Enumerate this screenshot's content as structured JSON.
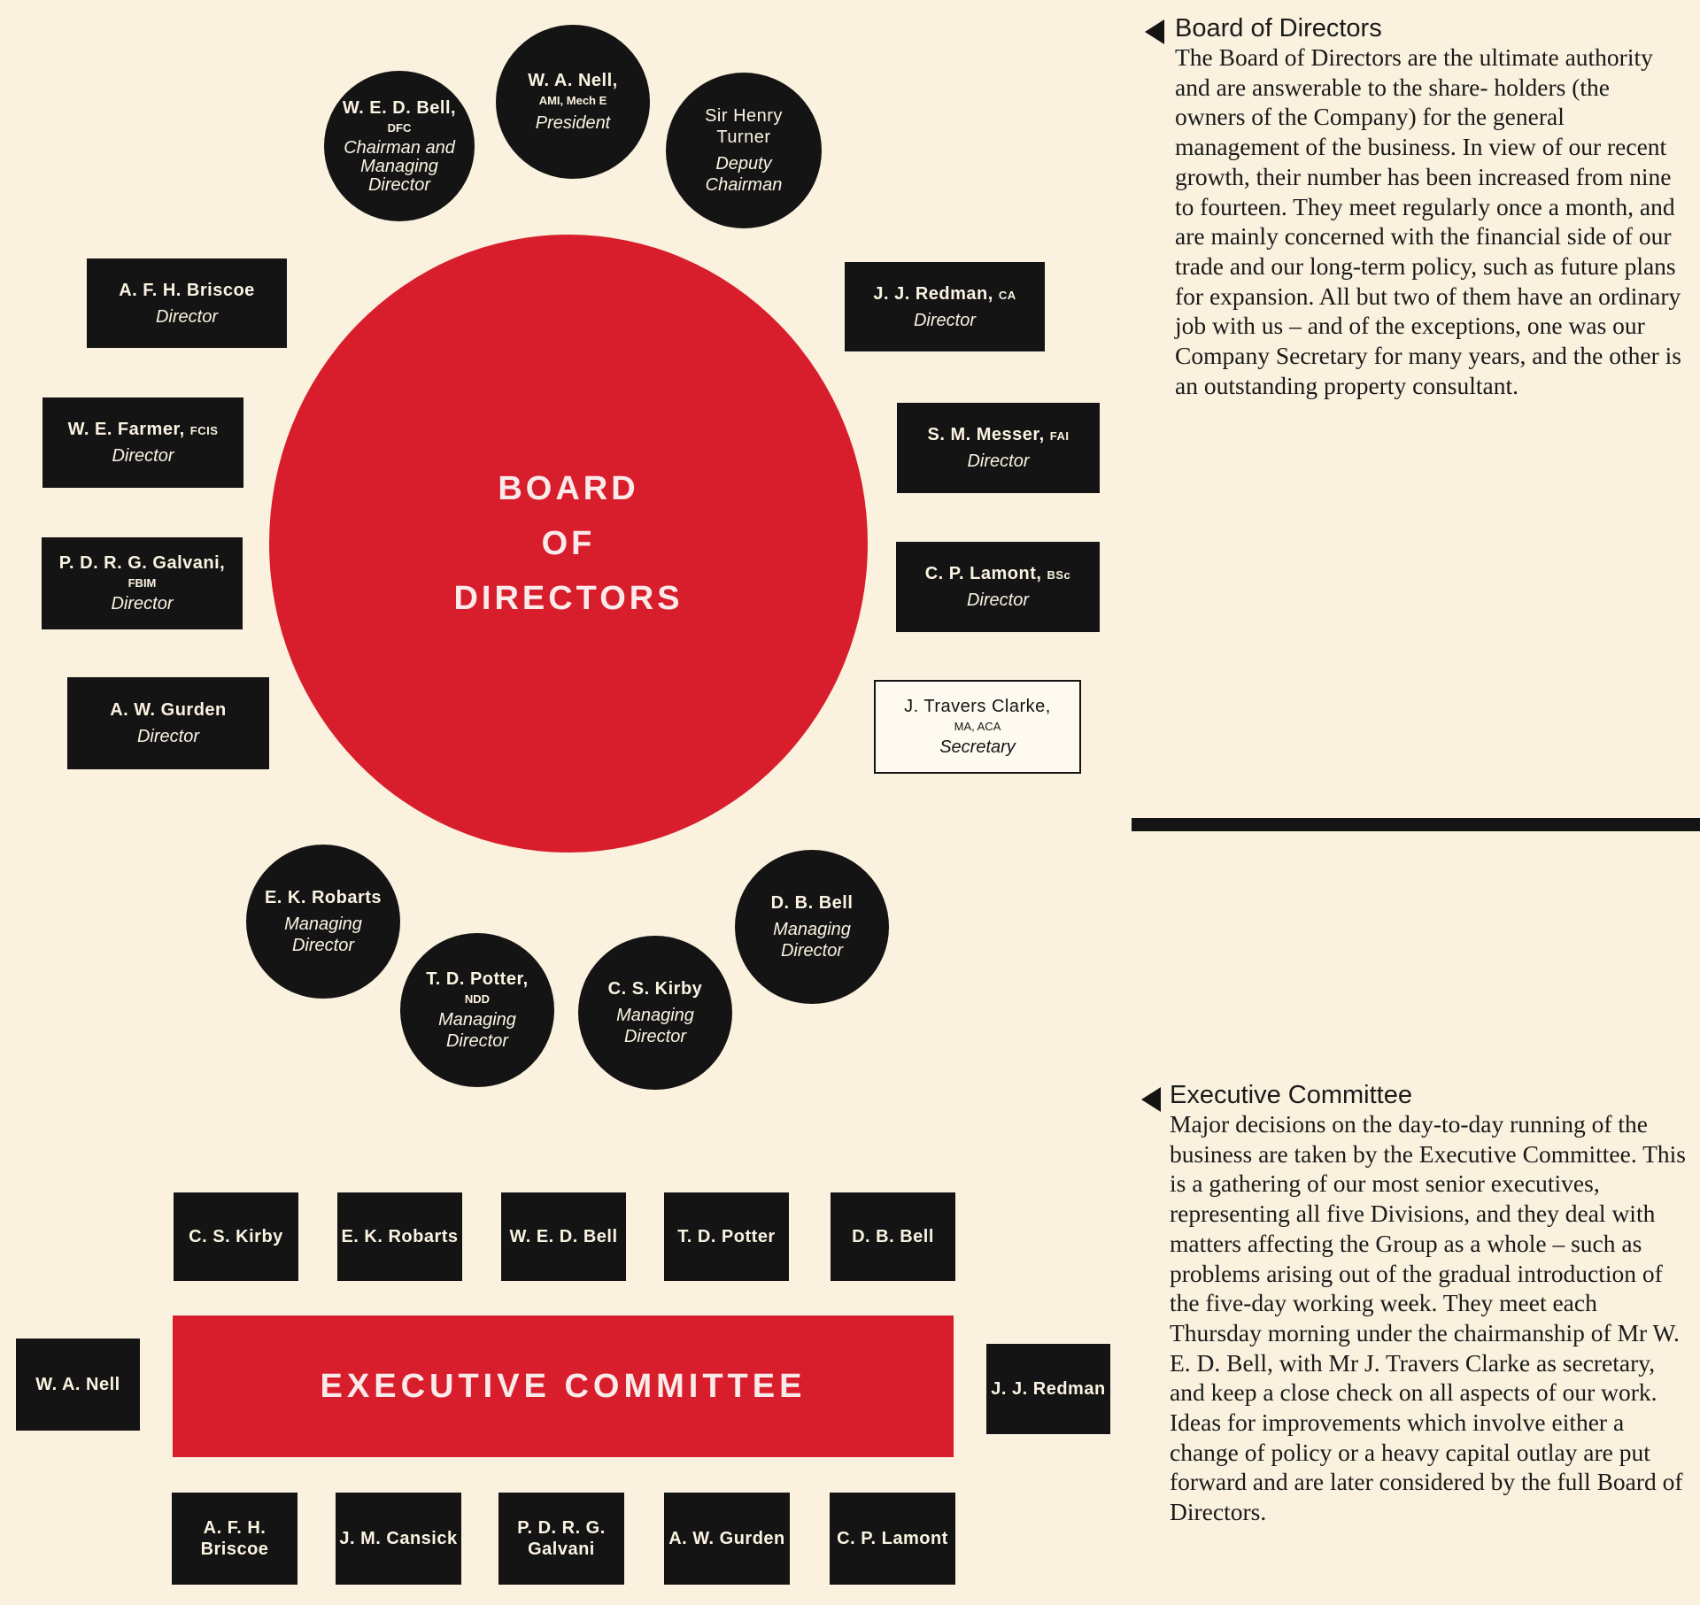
{
  "board": {
    "title_lines": [
      "BOARD",
      "OF",
      "DIRECTORS"
    ],
    "members": [
      {
        "name": "W. A. Nell,",
        "sub": "AMI, Mech E",
        "role": "President"
      },
      {
        "name": "W. E. D. Bell,",
        "sub": "DFC",
        "role": "Chairman and Managing Director"
      },
      {
        "name": "Sir Henry Turner",
        "sub": "",
        "role": "Deputy Chairman"
      },
      {
        "name": "A. F. H. Briscoe",
        "sub": "",
        "role": "Director"
      },
      {
        "name": "J. J. Redman,",
        "sub": "CA",
        "role": "Director"
      },
      {
        "name": "W. E. Farmer,",
        "sub": "FCIS",
        "role": "Director"
      },
      {
        "name": "S. M. Messer,",
        "sub": "FAI",
        "role": "Director"
      },
      {
        "name": "P. D. R. G. Galvani,",
        "sub": "FBIM",
        "role": "Director"
      },
      {
        "name": "C. P. Lamont,",
        "sub": "BSc",
        "role": "Director"
      },
      {
        "name": "A. W. Gurden",
        "sub": "",
        "role": "Director"
      },
      {
        "name": "J. Travers Clarke,",
        "sub": "MA, ACA",
        "role": "Secretary"
      },
      {
        "name": "E. K. Robarts",
        "sub": "",
        "role": "Managing Director"
      },
      {
        "name": "D. B. Bell",
        "sub": "",
        "role": "Managing Director"
      },
      {
        "name": "T. D. Potter,",
        "sub": "NDD",
        "role": "Managing Director"
      },
      {
        "name": "C. S. Kirby",
        "sub": "",
        "role": "Managing Director"
      }
    ]
  },
  "executive": {
    "title": "EXECUTIVE COMMITTEE",
    "top": [
      "C. S. Kirby",
      "E. K. Robarts",
      "W. E. D. Bell",
      "T. D. Potter",
      "D. B. Bell"
    ],
    "left": "W. A. Nell",
    "right": "J. J. Redman",
    "bottom": [
      "A. F. H. Briscoe",
      "J. M. Cansick",
      "P. D. R. G. Galvani",
      "A. W. Gurden",
      "C. P. Lamont"
    ]
  },
  "text": {
    "board_heading": "Board of Directors",
    "board_body": "The Board of Directors are the ultimate authority and are answerable to the share- holders (the owners of the Company) for the general management of the business. In view of our recent growth, their number has been increased from nine to fourteen. They meet regularly once a month, and are mainly concerned with the financial side of our trade and our long-term policy, such as future plans for expansion. All but two of them have an ordinary job with us – and of the exceptions, one was our Company Secretary for many years, and the other is an outstanding property consultant.",
    "exec_heading": "Executive Committee",
    "exec_body": "Major decisions on the day-to-day running of the business are taken by the Executive Committee. This is a gathering of our most senior executives, representing all five Divisions, and they deal with matters affecting the Group as a whole – such as problems arising out of the gradual introduction of the five-day working week. They meet each Thursday morning under the chairmanship of Mr W. E. D. Bell, with Mr J. Travers Clarke as secretary, and keep a close check on all aspects of our work. Ideas for improvements which involve either a change of policy or a heavy capital outlay are put forward and are later considered by the full Board of Directors."
  }
}
